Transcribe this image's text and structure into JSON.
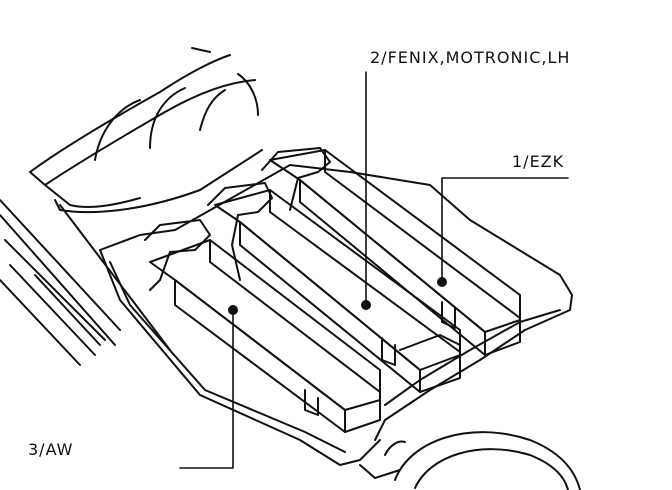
{
  "labels": {
    "module_2": "2/FENIX,MOTRONIC,LH",
    "module_1": "1/EZK",
    "module_3": "3/AW"
  },
  "colors": {
    "line": "#111111",
    "background": "#ffffff"
  }
}
